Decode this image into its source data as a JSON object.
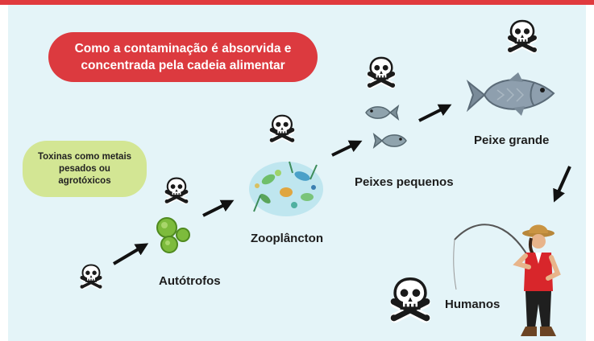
{
  "title": {
    "line1": "Como a contaminação é absorvida e",
    "line2": "concentrada pela cadeia alimentar"
  },
  "toxins_note": {
    "line1": "Toxinas como metais",
    "line2": "pesados ou",
    "line3": "agrotóxicos"
  },
  "stages": {
    "autotrofos": "Autótrofos",
    "zooplancton": "Zooplâncton",
    "peixes_pequenos": "Peixes pequenos",
    "peixe_grande": "Peixe grande",
    "humanos": "Humanos"
  },
  "colors": {
    "accent_red": "#dc3a3f",
    "toxin_green": "#d3e694",
    "background": "#e4f4f8"
  }
}
